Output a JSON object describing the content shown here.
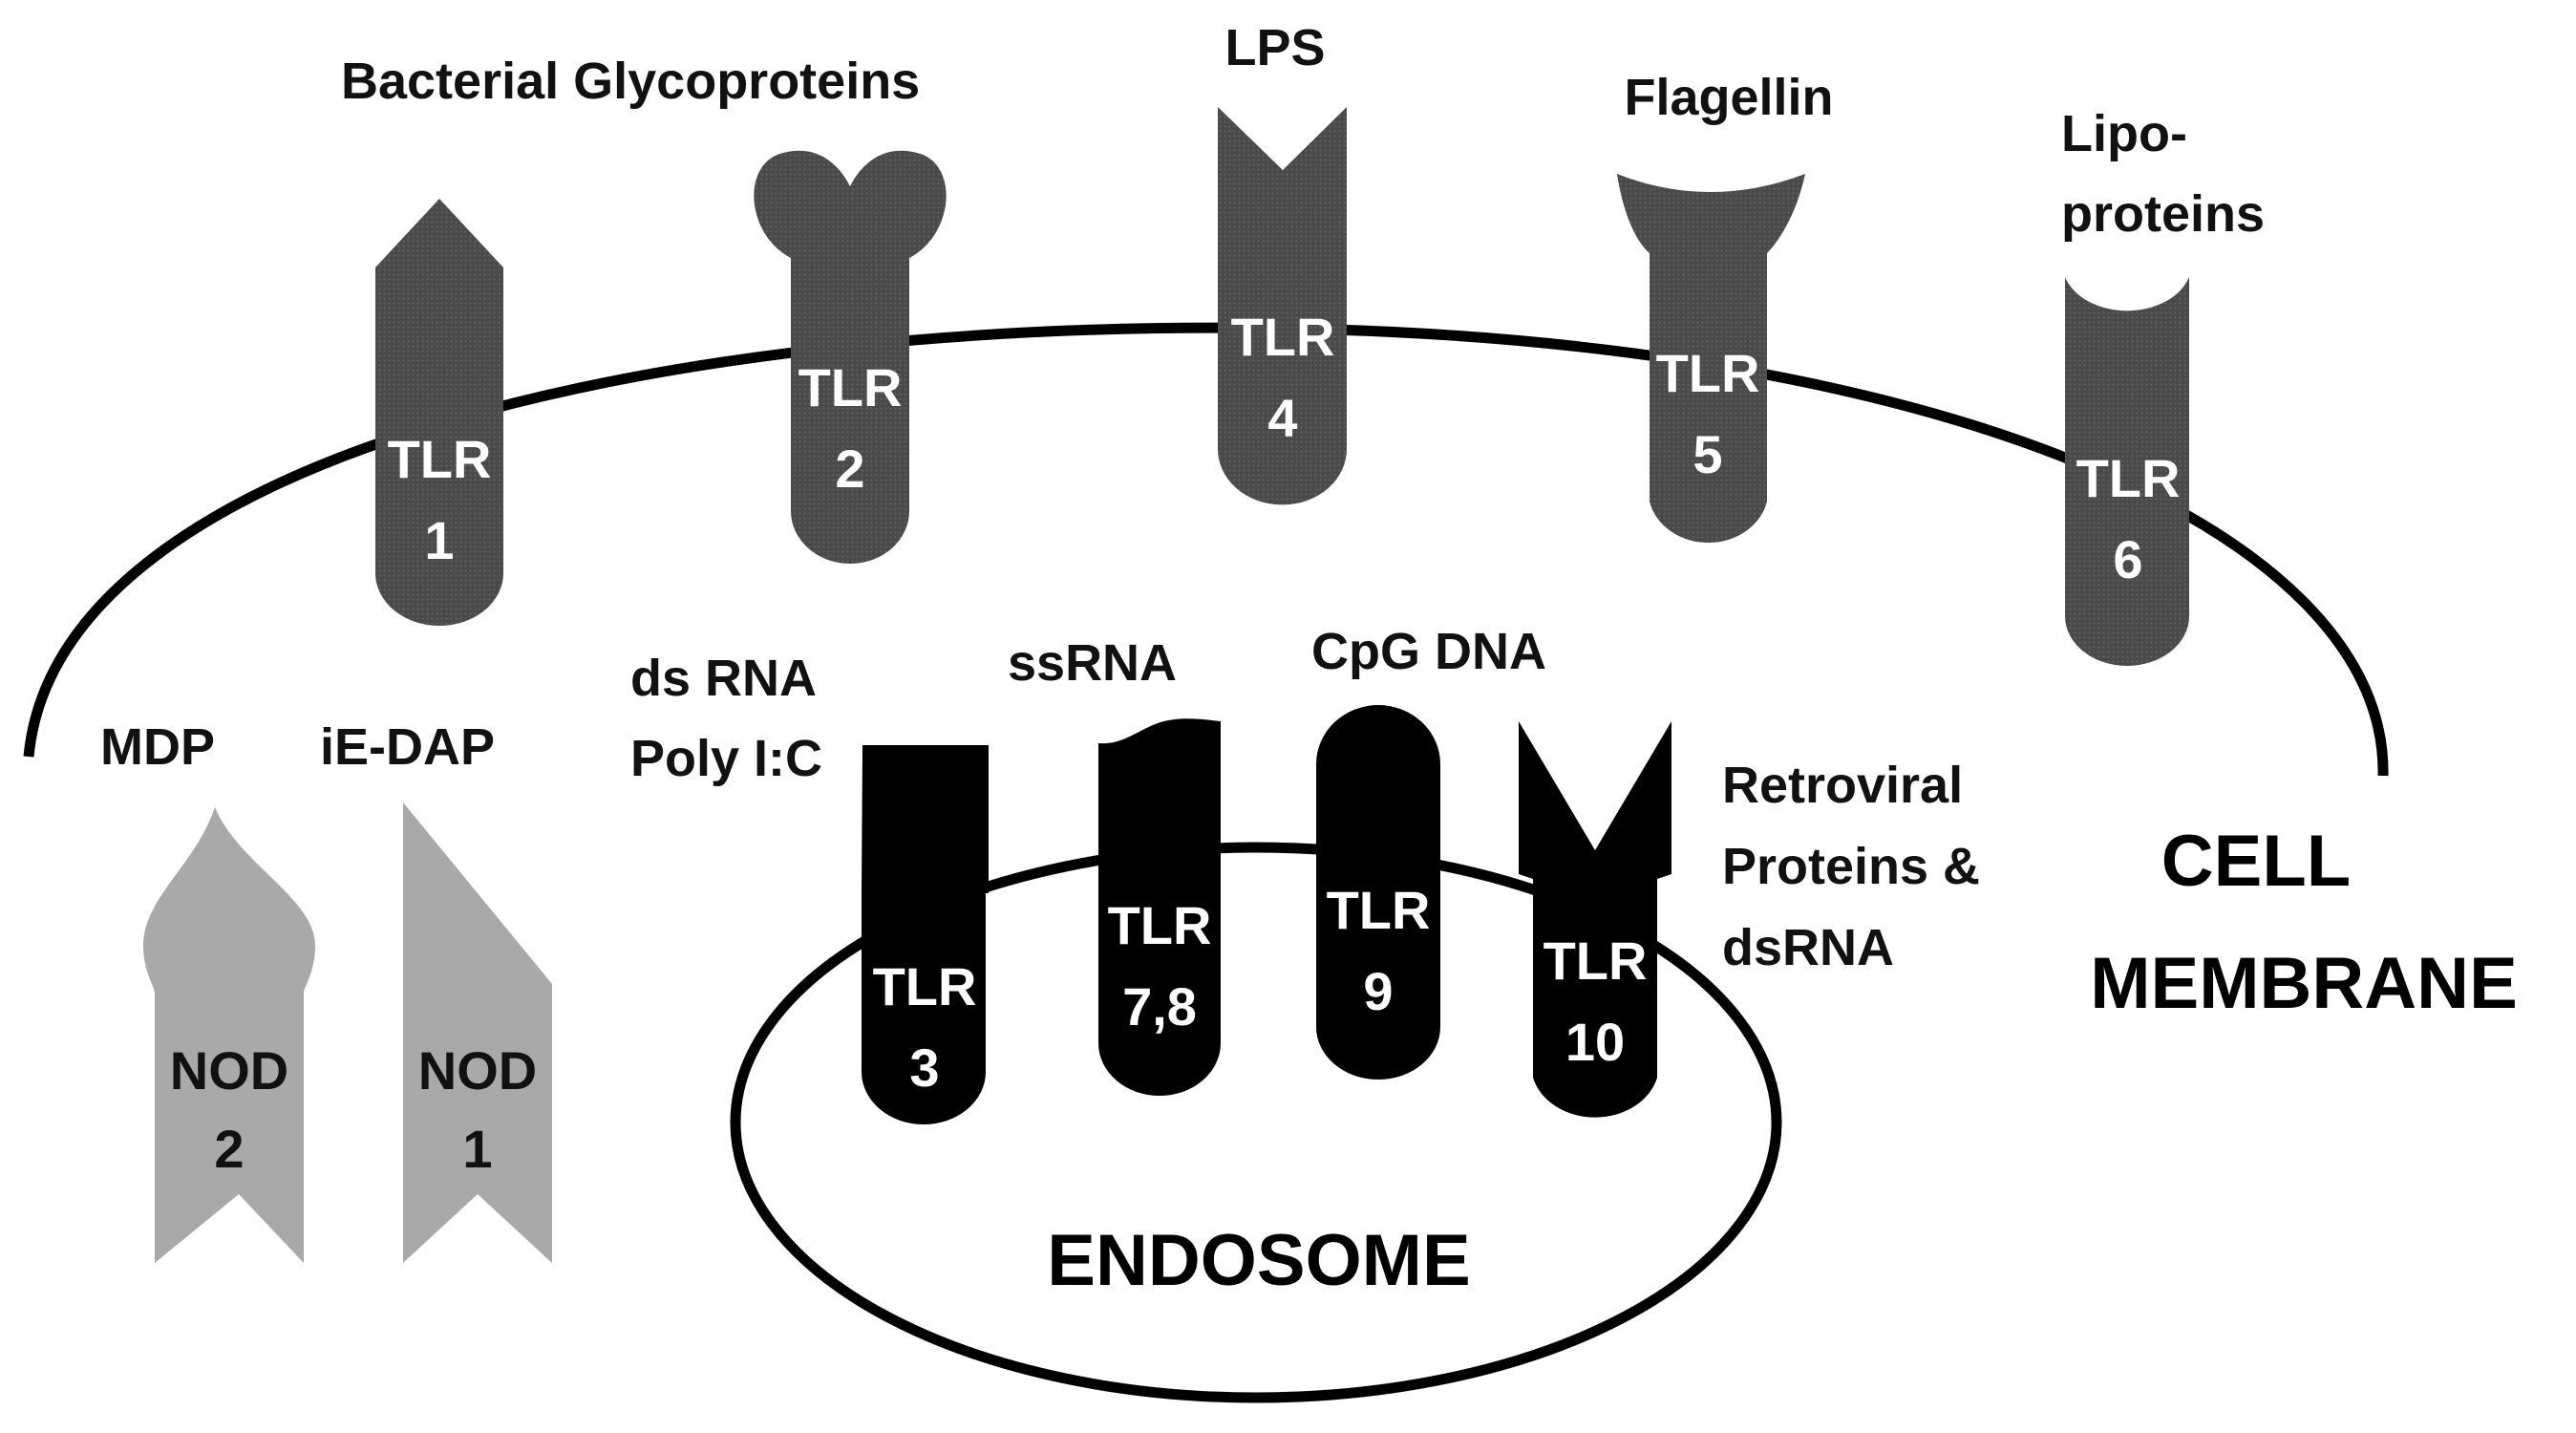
{
  "colors": {
    "surface_receptor": "#4a4a4a",
    "endosomal_receptor": "#000000",
    "nod_receptor": "#a9a9a9",
    "membrane_line": "#000000"
  },
  "compartments": {
    "cell_membrane_line1": "CELL",
    "cell_membrane_line2": "MEMBRANE",
    "endosome": "ENDOSOME"
  },
  "surface_receptors": [
    {
      "id": "tlr1",
      "line1": "TLR",
      "line2": "1",
      "ligand": [
        "Bacterial Glycoproteins"
      ]
    },
    {
      "id": "tlr2",
      "line1": "TLR",
      "line2": "2",
      "ligand": []
    },
    {
      "id": "tlr4",
      "line1": "TLR",
      "line2": "4",
      "ligand": [
        "LPS"
      ]
    },
    {
      "id": "tlr5",
      "line1": "TLR",
      "line2": "5",
      "ligand": [
        "Flagellin"
      ]
    },
    {
      "id": "tlr6",
      "line1": "TLR",
      "line2": "6",
      "ligand": [
        "Lipo-",
        "proteins"
      ]
    }
  ],
  "endosomal_receptors": [
    {
      "id": "tlr3",
      "line1": "TLR",
      "line2": "3",
      "ligand": [
        "ds RNA",
        "Poly I:C"
      ]
    },
    {
      "id": "tlr78",
      "line1": "TLR",
      "line2": "7,8",
      "ligand": [
        "ssRNA"
      ]
    },
    {
      "id": "tlr9",
      "line1": "TLR",
      "line2": "9",
      "ligand": [
        "CpG DNA"
      ]
    },
    {
      "id": "tlr10",
      "line1": "TLR",
      "line2": "10",
      "ligand": [
        "Retroviral",
        "Proteins &",
        "dsRNA"
      ]
    }
  ],
  "cytosolic_receptors": [
    {
      "id": "nod2",
      "line1": "NOD",
      "line2": "2",
      "ligand": [
        "MDP"
      ]
    },
    {
      "id": "nod1",
      "line1": "NOD",
      "line2": "1",
      "ligand": [
        "iE-DAP"
      ]
    }
  ]
}
